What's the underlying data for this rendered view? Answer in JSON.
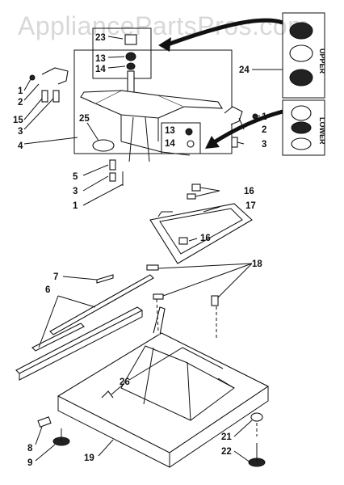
{
  "watermark": "AppliancePartsPros.com",
  "callouts": {
    "c23": "23",
    "c13a": "13",
    "c14a": "14",
    "c24": "24",
    "c1a": "1",
    "c2a": "2",
    "c15": "15",
    "c3a": "3",
    "c4": "4",
    "c25": "25",
    "c13b": "13",
    "c14b": "14",
    "c1b": "1",
    "c2b": "2",
    "c3b": "3",
    "c5": "5",
    "c3c": "3",
    "c1c": "1",
    "c16a": "16",
    "c16b": "16",
    "c17": "17",
    "c7": "7",
    "c6": "6",
    "c18": "18",
    "c26": "26",
    "c8": "8",
    "c9": "9",
    "c19": "19",
    "c21": "21",
    "c22": "22"
  },
  "side_labels": {
    "upper": "UPPER",
    "lower": "LOWER"
  }
}
